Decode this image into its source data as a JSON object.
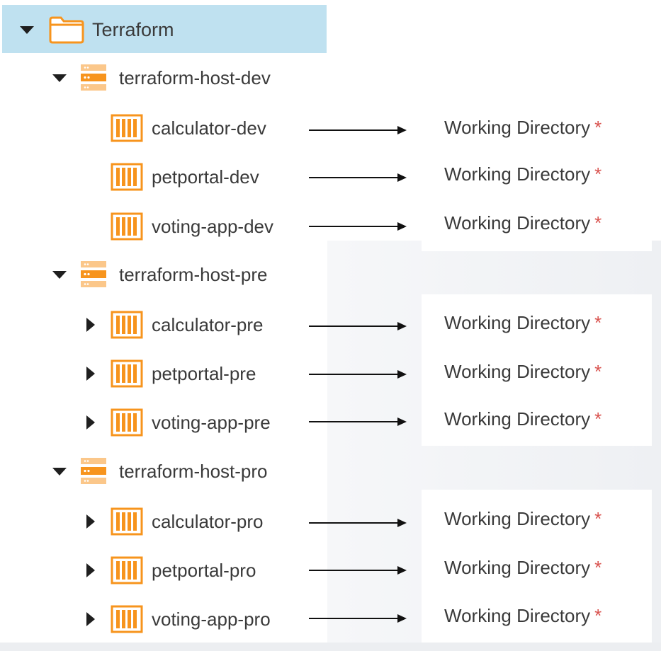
{
  "root": {
    "label": "Terraform",
    "expanded": true
  },
  "hosts": [
    {
      "label": "terraform-host-dev",
      "expanded": true,
      "children": [
        {
          "label": "calculator-dev",
          "field_label": "Working Directory",
          "required_mark": "*"
        },
        {
          "label": "petportal-dev",
          "field_label": "Working Directory",
          "required_mark": "*"
        },
        {
          "label": "voting-app-dev",
          "field_label": "Working Directory",
          "required_mark": "*"
        }
      ]
    },
    {
      "label": "terraform-host-pre",
      "expanded": true,
      "children": [
        {
          "label": "calculator-pre",
          "field_label": "Working Directory",
          "required_mark": "*"
        },
        {
          "label": "petportal-pre",
          "field_label": "Working Directory",
          "required_mark": "*"
        },
        {
          "label": "voting-app-pre",
          "field_label": "Working Directory",
          "required_mark": "*"
        }
      ]
    },
    {
      "label": "terraform-host-pro",
      "expanded": true,
      "children": [
        {
          "label": "calculator-pro",
          "field_label": "Working Directory",
          "required_mark": "*"
        },
        {
          "label": "petportal-pro",
          "field_label": "Working Directory",
          "required_mark": "*"
        },
        {
          "label": "voting-app-pro",
          "field_label": "Working Directory",
          "required_mark": "*"
        }
      ]
    }
  ],
  "icons": {
    "root": "folder-icon",
    "host": "server-icon",
    "child": "container-icon",
    "connector": "arrow-right-icon"
  },
  "colors": {
    "selection": "#bfe1f0",
    "icon_orange": "#f7941d",
    "icon_orange_light": "#fbc78a",
    "required": "#d9534f",
    "text": "#3a3a3a"
  }
}
